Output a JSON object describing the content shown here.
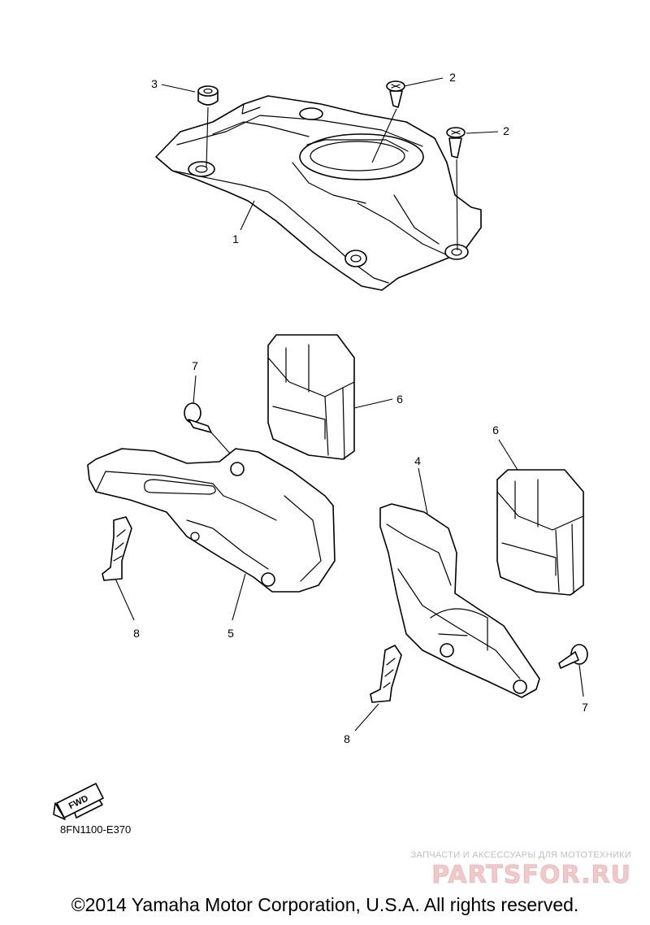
{
  "callouts": {
    "c1": "1",
    "c2a": "2",
    "c2b": "2",
    "c3": "3",
    "c4": "4",
    "c5": "5",
    "c6a": "6",
    "c6b": "6",
    "c7a": "7",
    "c7b": "7",
    "c8a": "8",
    "c8b": "8"
  },
  "fwd_label": "FWD",
  "diagram_code": "8FN1100-E370",
  "watermark": {
    "tagline": "ЗАПЧАСТИ И АКСЕССУАРЫ ДЛЯ МОТОТЕХНИКИ",
    "brand": "PARTSFOR.RU"
  },
  "copyright": "©2014 Yamaha Motor Corporation, U.S.A. All rights reserved."
}
